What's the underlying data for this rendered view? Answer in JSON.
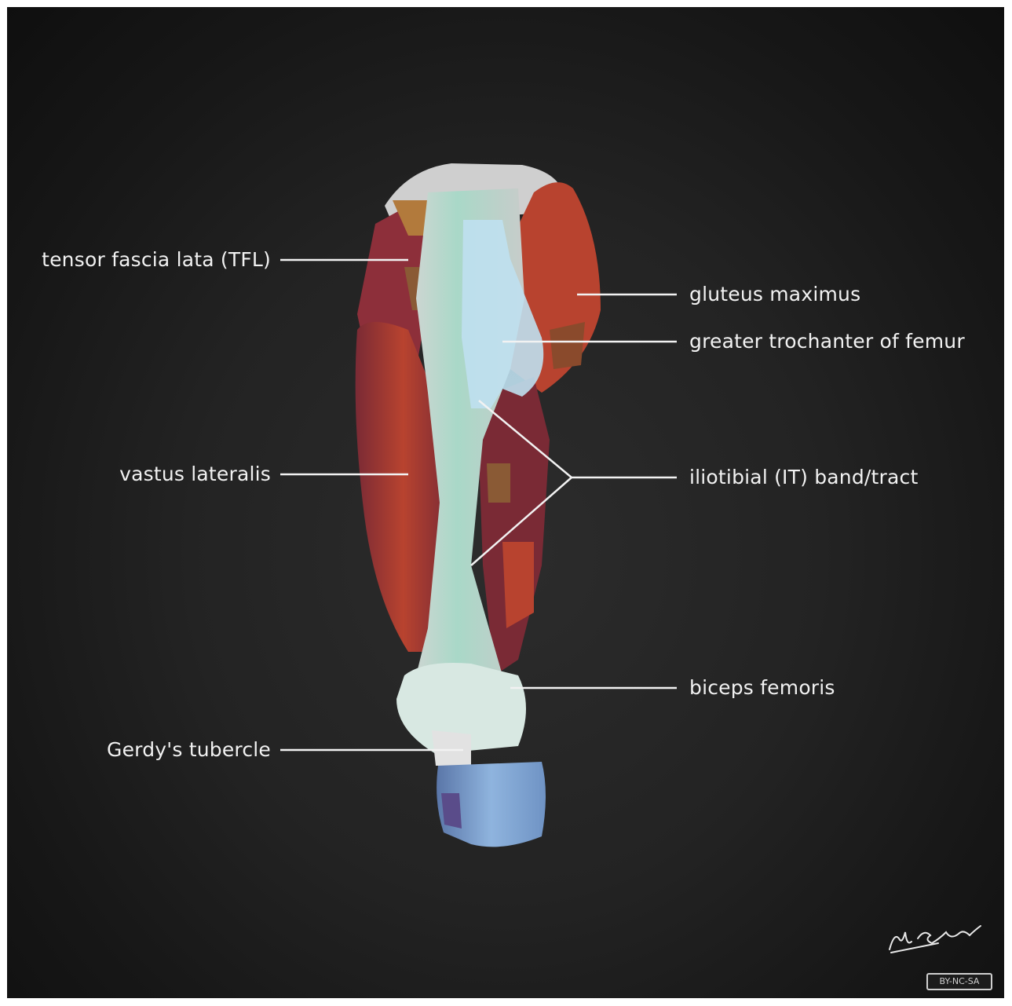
{
  "labels": {
    "tfl": "tensor fascia lata (TFL)",
    "gluteus": "gluteus maximus",
    "trochanter": "greater trochanter of femur",
    "vastus": "vastus lateralis",
    "itband": "iliotibial (IT) band/tract",
    "biceps": "biceps femoris",
    "gerdy": "Gerdy's tubercle"
  },
  "signature": "M. Skalski",
  "license_badge": "BY-NC-SA",
  "colors": {
    "background": "#1f1f1f",
    "muscle_red": "#b8432f",
    "muscle_dark": "#7a2a35",
    "it_band": "#a9d8c8",
    "bone": "#bfe0ef",
    "tibia": "#7fa8d6",
    "label_text": "#f2f2f2"
  }
}
